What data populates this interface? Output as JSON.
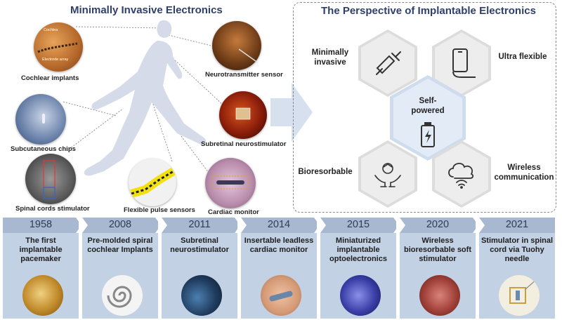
{
  "left_title": "Minimally Invasive Electronics",
  "right_title": "The Perspective of Implantable Electronics",
  "implants": [
    {
      "label": "Cochlear implants"
    },
    {
      "label": "Subcutaneous chips"
    },
    {
      "label": "Spinal cords stimulator"
    },
    {
      "label": "Flexible pulse sensors"
    },
    {
      "label": "Cardiac monitor"
    },
    {
      "label": "Subretinal neurostimulator"
    },
    {
      "label": "Neurotransmitter sensor"
    }
  ],
  "cochlea_annotations": {
    "top": "Cochlea",
    "bottom": "Electrode array"
  },
  "perspective": {
    "minimally_invasive": "Minimally invasive",
    "ultra_flexible": "Ultra flexible",
    "self_powered": "Self-powered",
    "bioresorbable": "Bioresorbable",
    "wireless": "Wireless communication"
  },
  "timeline": [
    {
      "year": "1958",
      "text": "The first implantable pacemaker"
    },
    {
      "year": "2008",
      "text": "Pre-molded spiral cochlear Implants"
    },
    {
      "year": "2011",
      "text": "Subretinal neurostimulator"
    },
    {
      "year": "2014",
      "text": "Insertable leadless cardiac monitor"
    },
    {
      "year": "2015",
      "text": "Miniaturized implantable optoelectronics"
    },
    {
      "year": "2020",
      "text": "Wireless bioresorbable soft stimulator"
    },
    {
      "year": "2021",
      "text": "Stimulator in spinal cord via Tuohy needle"
    }
  ],
  "colors": {
    "title": "#2e3f6b",
    "timeline_card": "#c3d1e4",
    "timeline_header": "#a8b8d1",
    "center_hex": "#cfdcee"
  }
}
